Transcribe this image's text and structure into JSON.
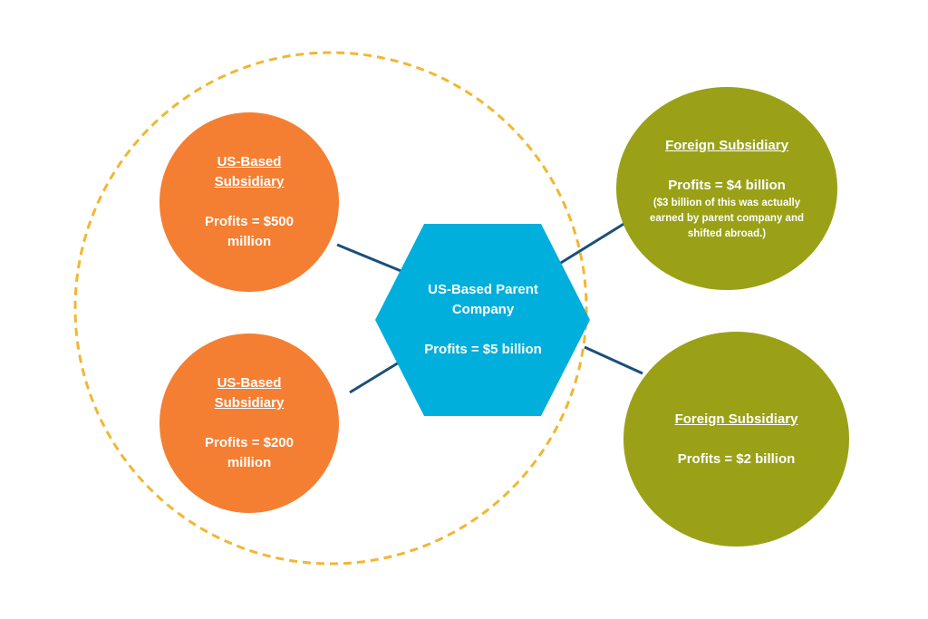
{
  "colors": {
    "us_subsidiary": "#f47f32",
    "foreign_subsidiary": "#9aa117",
    "parent": "#00afdb",
    "connector": "#1b4f7a",
    "boundary": "#f2b632",
    "text": "#ffffff"
  },
  "parent": {
    "title": "US-Based Parent Company",
    "profit": "Profits = $5 billion"
  },
  "us_subsidiaries": [
    {
      "title": "US-Based Subsidiary",
      "profit": "Profits = $500 million"
    },
    {
      "title": "US-Based Subsidiary",
      "profit": "Profits = $200 million"
    }
  ],
  "foreign_subsidiaries": [
    {
      "title": "Foreign Subsidiary",
      "profit": "Profits = $4 billion",
      "note": "($3 billion of this was actually earned by parent company and shifted abroad.)"
    },
    {
      "title": "Foreign Subsidiary",
      "profit": "Profits = $2 billion"
    }
  ]
}
